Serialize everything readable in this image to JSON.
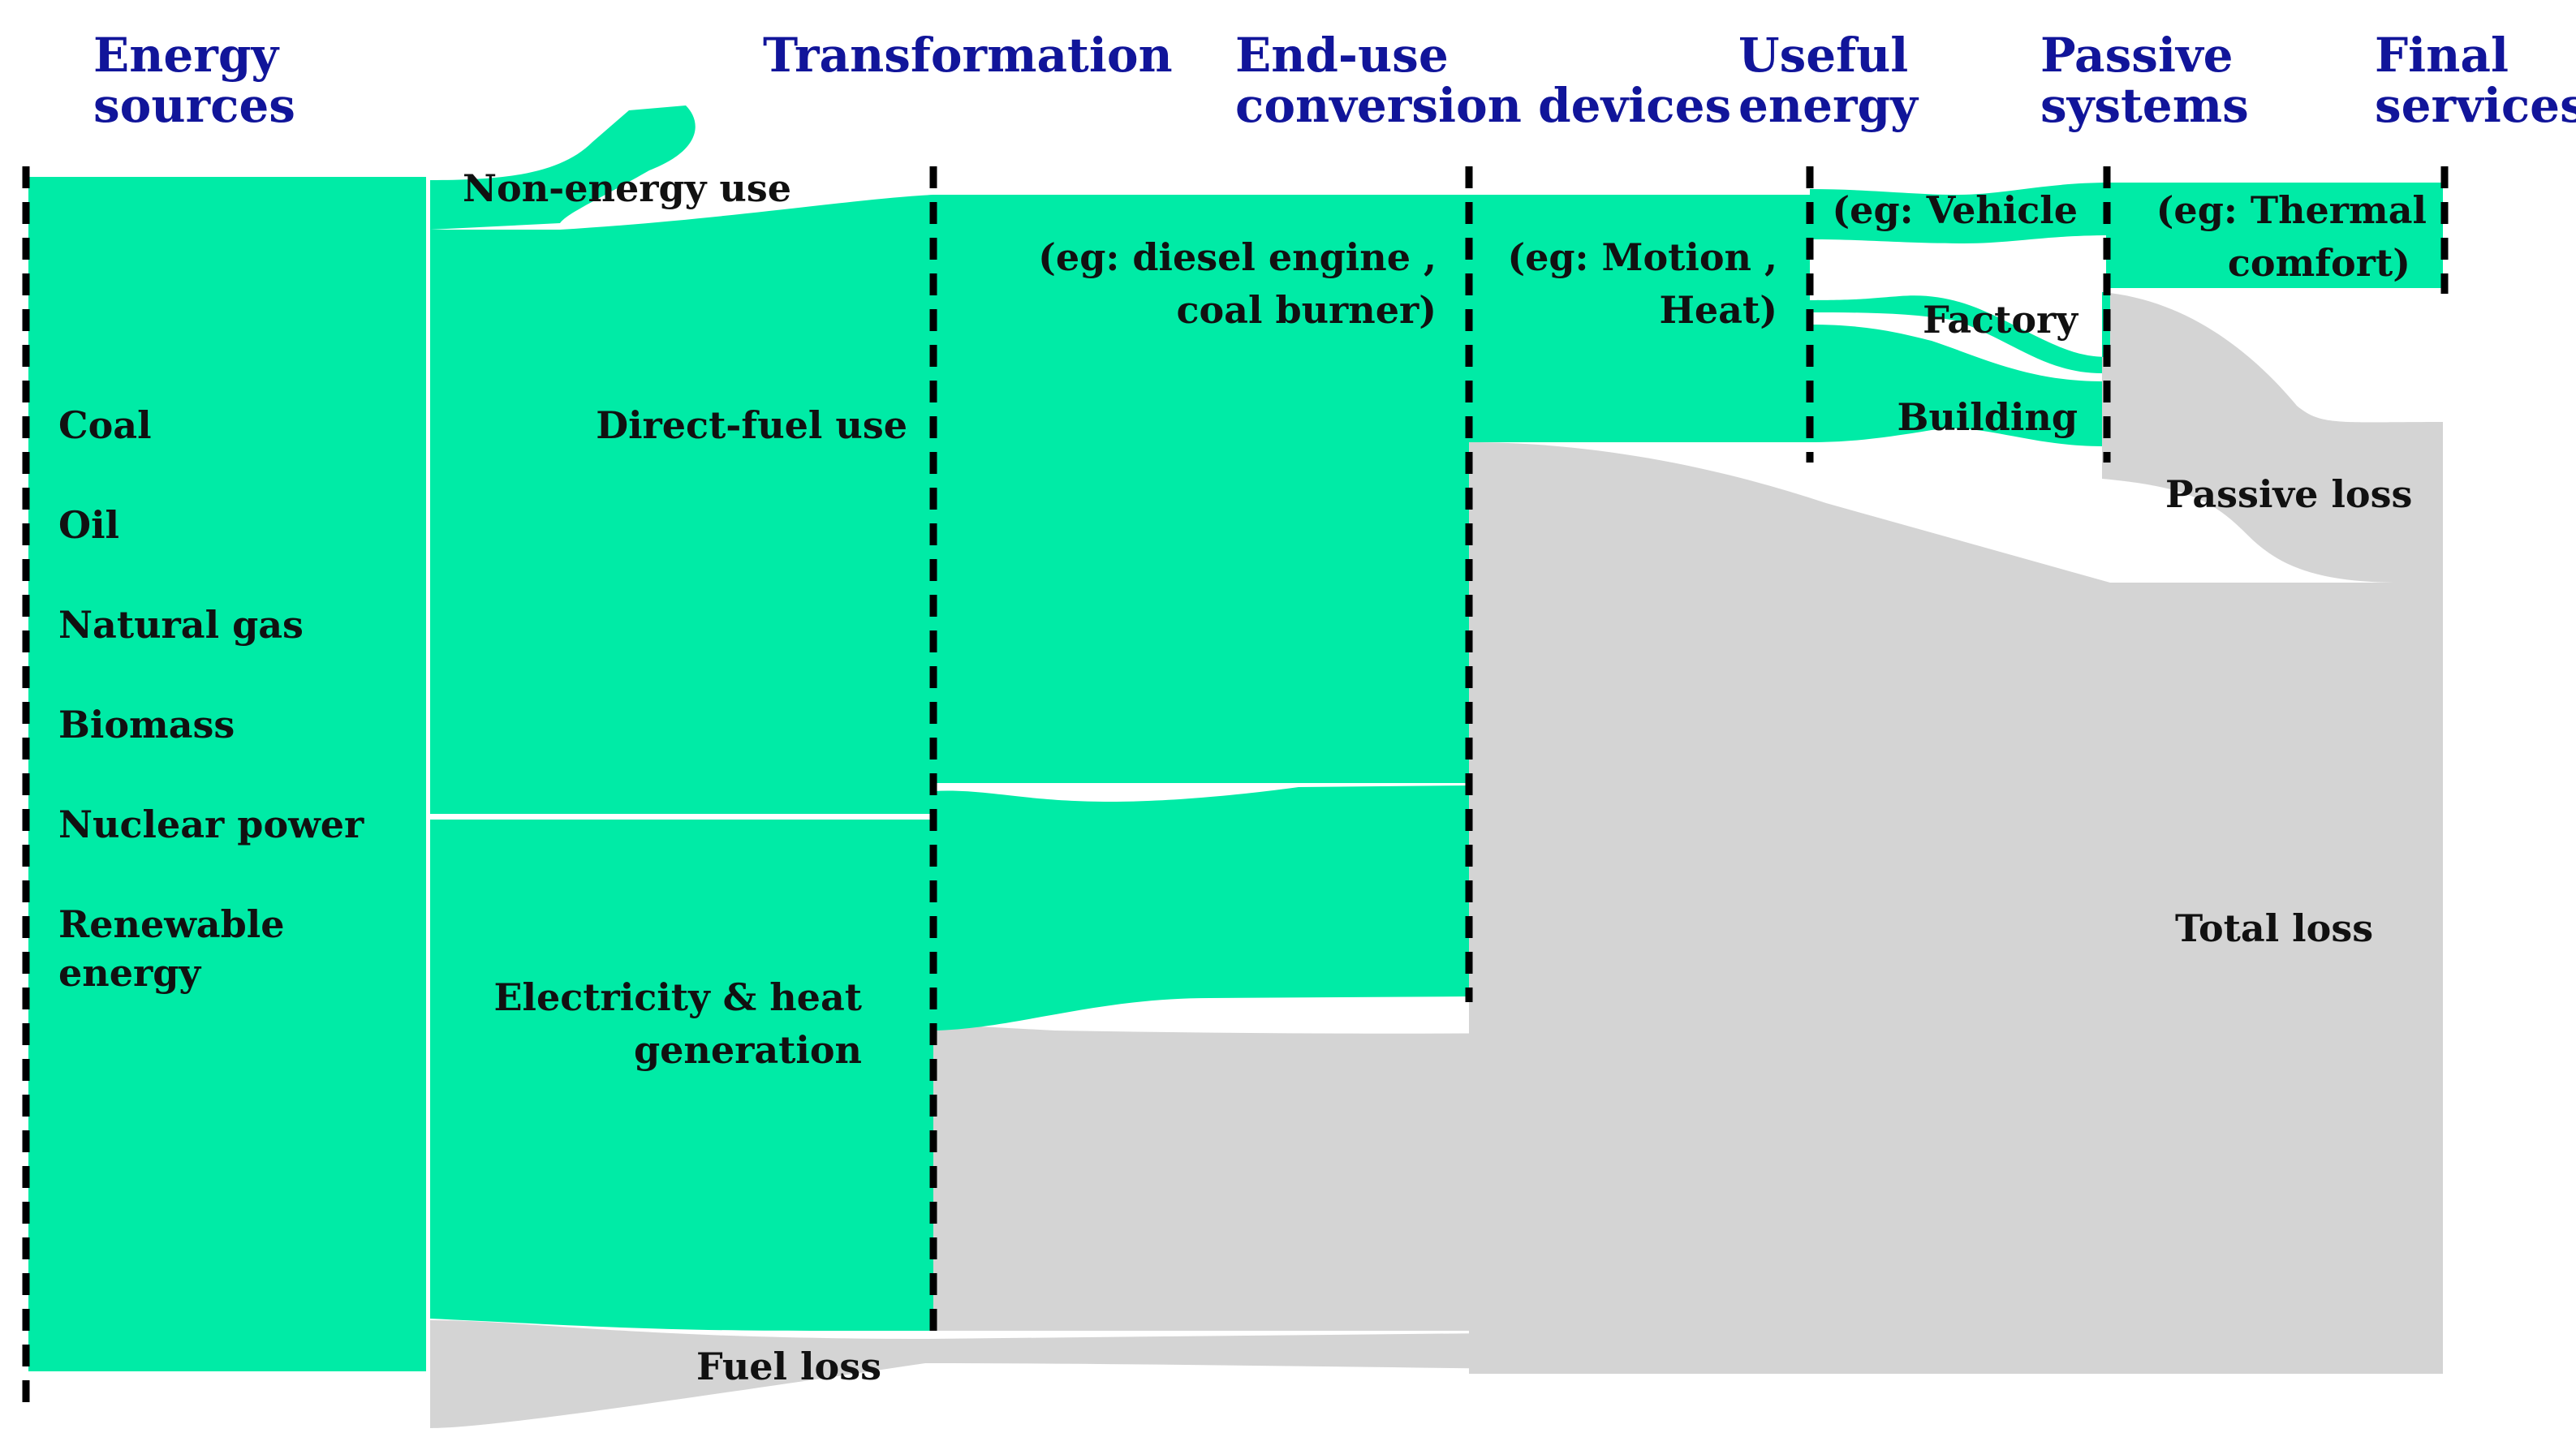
{
  "colors": {
    "flow": "#00EBA6",
    "loss": "#D4D4D4",
    "header": "#11159A",
    "text": "#111111",
    "divider": "#000000"
  },
  "headers": {
    "energy_sources": [
      "Energy",
      "sources"
    ],
    "transformation": "Transformation",
    "end_use": [
      "End-use",
      "conversion devices"
    ],
    "useful": [
      "Useful",
      "energy"
    ],
    "passive": [
      "Passive",
      "systems"
    ],
    "final": [
      "Final",
      "services"
    ]
  },
  "sources": [
    "Coal",
    "Oil",
    "Natural gas",
    "Biomass",
    "Nuclear power",
    "Renewable",
    "energy"
  ],
  "transformation": {
    "non_energy": "Non-energy use",
    "direct_fuel": "Direct-fuel use",
    "electricity": [
      "Electricity & heat",
      "generation"
    ]
  },
  "end_use_examples": [
    "(eg: diesel engine ,",
    "coal burner)"
  ],
  "useful_examples": [
    "(eg: Motion ,",
    "Heat)"
  ],
  "passive_examples": [
    "(eg: Vehicle",
    "Factory",
    "Building"
  ],
  "final_examples": [
    "(eg: Thermal",
    "comfort)"
  ],
  "losses": {
    "fuel": "Fuel loss",
    "passive": "Passive loss",
    "total": "Total loss"
  }
}
